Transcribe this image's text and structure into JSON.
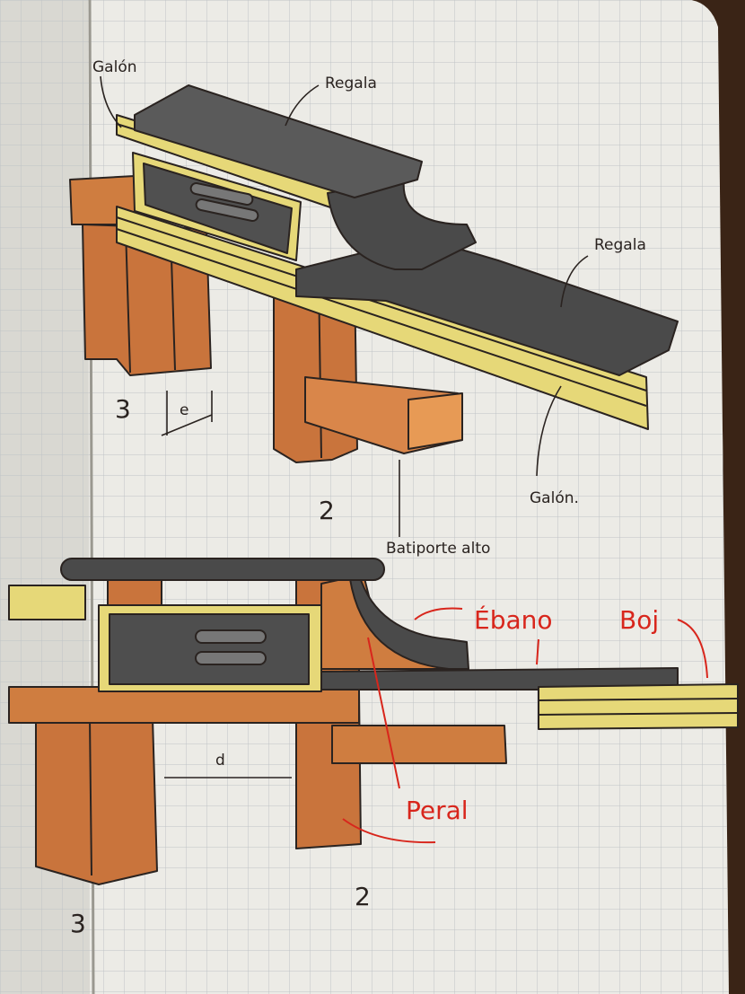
{
  "labels": {
    "galon_top_left": "Galón",
    "regala_top": "Regala",
    "regala_right": "Regala",
    "galon_bottom_right": "Galón.",
    "batiporte": "Batiporte alto",
    "dim_e": "e",
    "dim_d": "d",
    "frame3_upper": "3",
    "frame2_upper": "2",
    "frame3_lower": "3",
    "frame2_lower": "2",
    "ebano": "Ébano",
    "boj": "Boj",
    "peral": "Peral"
  },
  "colors": {
    "paper": "#ecebe6",
    "grid": "#bfc3c6",
    "ebony": "#4a4a4a",
    "boxwood": "#e6d878",
    "pear": "#c9743c",
    "ink": "#2a2320",
    "red_ink": "#d8261c"
  }
}
